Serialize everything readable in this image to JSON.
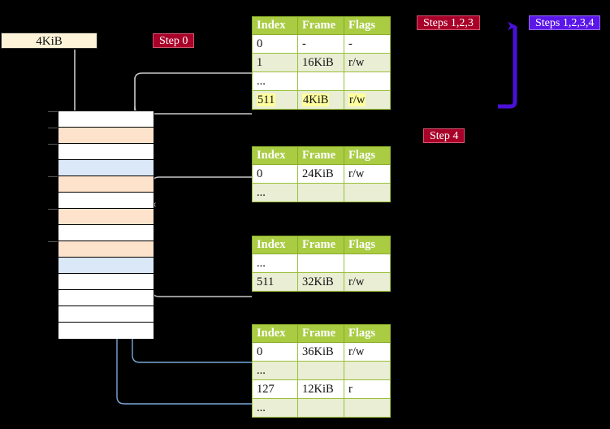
{
  "labels": {
    "frame_size_box": "4KiB",
    "step0": "Step 0",
    "step4": "Step 4",
    "steps123": "Steps 1,2,3",
    "steps1234": "Steps 1,2,3,4"
  },
  "colors": {
    "table_header": "#a9cc43",
    "table_row_alt": "#e9eed4",
    "highlight": "#ffff9e",
    "badge_red": "#a80029",
    "badge_blue": "#5b17e8",
    "mem_orange": "#fde3cb",
    "mem_blue": "#dbe8f8",
    "wire_gray": "#c9c9c9",
    "wire_blue": "#7ba7d7",
    "sizebox_fill": "#fdf3d8"
  },
  "table_headers": [
    "Index",
    "Frame",
    "Flags"
  ],
  "tables": [
    {
      "name": "level4-table",
      "rows": [
        {
          "index": "0",
          "frame": "-",
          "flags": "-",
          "highlight": false
        },
        {
          "index": "1",
          "frame": "16KiB",
          "flags": "r/w",
          "highlight": false
        },
        {
          "index": "...",
          "frame": "",
          "flags": "",
          "highlight": false
        },
        {
          "index": "511",
          "frame": "4KiB",
          "flags": "r/w",
          "highlight": true
        }
      ]
    },
    {
      "name": "level3-table",
      "rows": [
        {
          "index": "0",
          "frame": "24KiB",
          "flags": "r/w",
          "highlight": false
        },
        {
          "index": "...",
          "frame": "",
          "flags": "",
          "highlight": false
        }
      ]
    },
    {
      "name": "level2-table",
      "rows": [
        {
          "index": "...",
          "frame": "",
          "flags": "",
          "highlight": false
        },
        {
          "index": "511",
          "frame": "32KiB",
          "flags": "r/w",
          "highlight": false
        }
      ]
    },
    {
      "name": "level1-table",
      "rows": [
        {
          "index": "0",
          "frame": "36KiB",
          "flags": "r/w",
          "highlight": false
        },
        {
          "index": "...",
          "frame": "",
          "flags": "",
          "highlight": false
        },
        {
          "index": "127",
          "frame": "12KiB",
          "flags": "r",
          "highlight": false
        },
        {
          "index": "...",
          "frame": "",
          "flags": "",
          "highlight": false
        }
      ]
    }
  ],
  "memory_rows": [
    "white",
    "orange",
    "white",
    "blue",
    "orange",
    "white",
    "orange",
    "white",
    "orange",
    "blue",
    "white",
    "white",
    "white",
    "white"
  ]
}
